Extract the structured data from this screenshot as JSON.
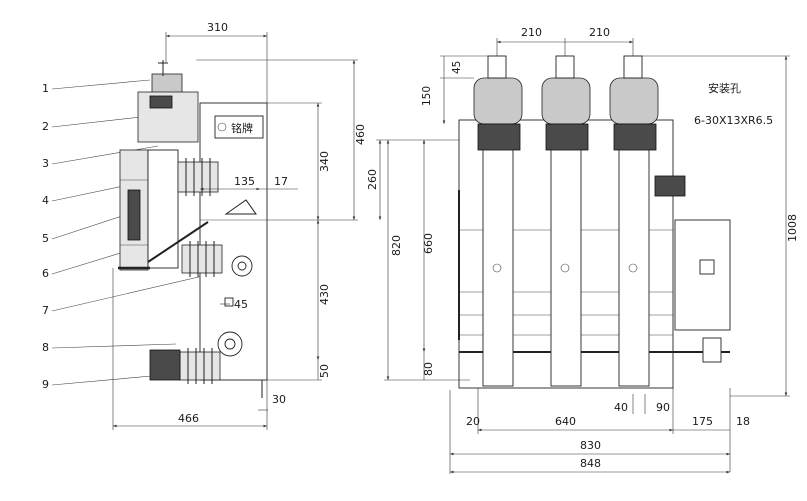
{
  "part_numbers": [
    "1",
    "2",
    "3",
    "4",
    "5",
    "6",
    "7",
    "8",
    "9"
  ],
  "side_view": {
    "nameplate_label": "铭牌",
    "dims": {
      "top_width": "310",
      "upper_height": "340",
      "total_height": "460",
      "d135": "135",
      "d17": "17",
      "d45": "45",
      "lower_height": "430",
      "d50": "50",
      "d30": "30",
      "total_width": "466"
    }
  },
  "front_view": {
    "mounting_label": "安装孔",
    "mounting_spec": "6-30X13XR6.5",
    "dims": {
      "pitch_left": "210",
      "pitch_right": "210",
      "d45": "45",
      "d150": "150",
      "d260": "260",
      "d820": "820",
      "d660": "660",
      "d80": "80",
      "d1008": "1008",
      "d20": "20",
      "d640": "640",
      "d40": "40",
      "d90": "90",
      "d175": "175",
      "d18": "18",
      "d830": "830",
      "d848": "848"
    }
  }
}
